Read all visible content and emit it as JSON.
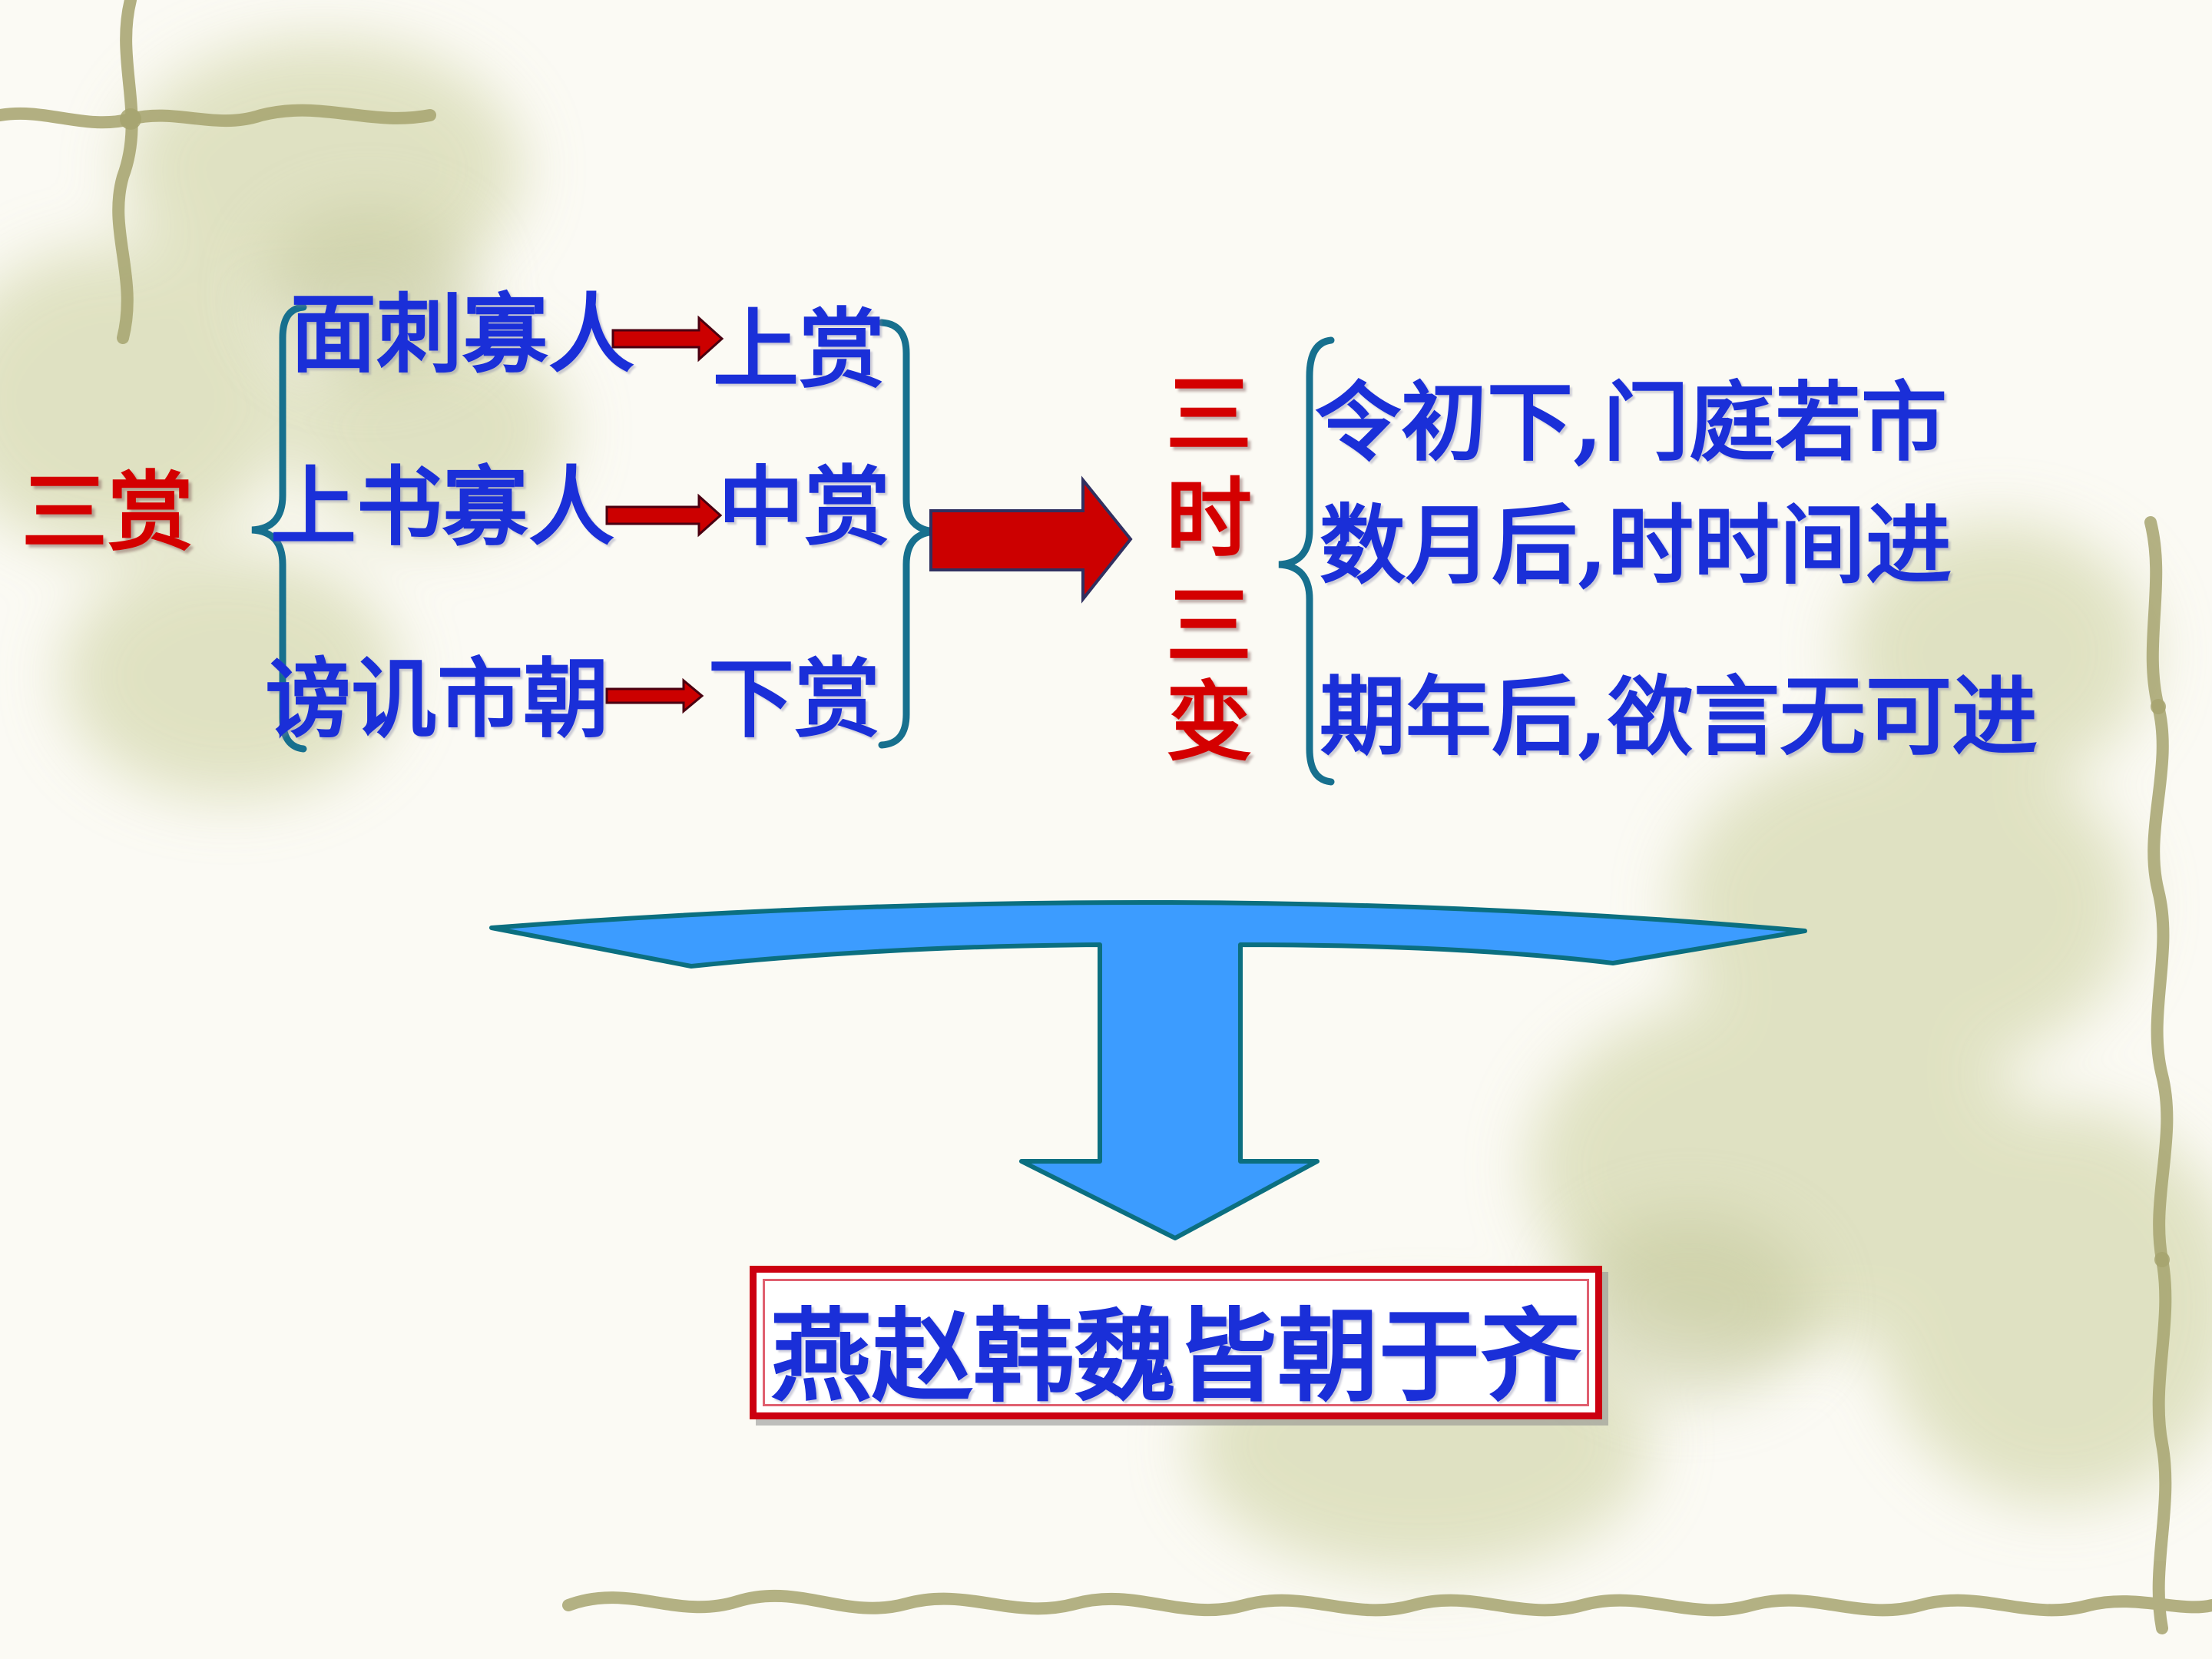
{
  "left": {
    "heading": "三赏",
    "rows": [
      {
        "action": "面刺寡人",
        "reward": "上赏"
      },
      {
        "action": "上书寡人",
        "reward": "中赏"
      },
      {
        "action": "谤讥市朝",
        "reward": "下赏"
      }
    ]
  },
  "right": {
    "heading_chars": [
      "三",
      "时",
      "三",
      "变"
    ],
    "items": [
      "令初下,门庭若市",
      "数月后,时时间进",
      "期年后,欲言无可进"
    ]
  },
  "result": {
    "text": "燕赵韩魏皆朝于齐"
  },
  "colors": {
    "text_blue": "#1a2fd8",
    "heading_red": "#d40000",
    "arrow_red": "#cc0000",
    "brace_teal": "#17708e",
    "funnel_blue": "#3c9cff",
    "funnel_outline": "#0b6f80",
    "box_border": "#cc0010"
  }
}
